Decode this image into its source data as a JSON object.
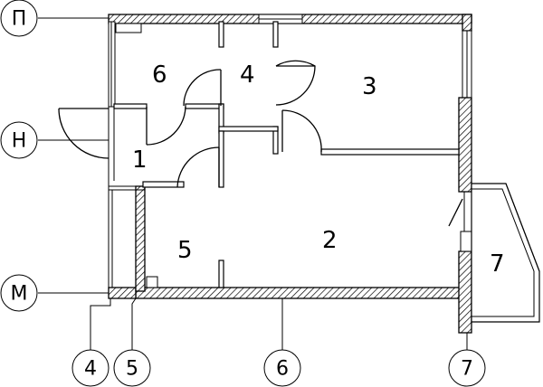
{
  "rooms": [
    {
      "key": "6"
    },
    {
      "key": "4"
    },
    {
      "key": "3"
    },
    {
      "key": "1"
    },
    {
      "key": "5"
    },
    {
      "key": "2"
    },
    {
      "key": "7"
    }
  ],
  "axes": {
    "rows": [
      "П",
      "Н",
      "М"
    ],
    "cols": [
      "4",
      "5",
      "6",
      "7"
    ]
  }
}
